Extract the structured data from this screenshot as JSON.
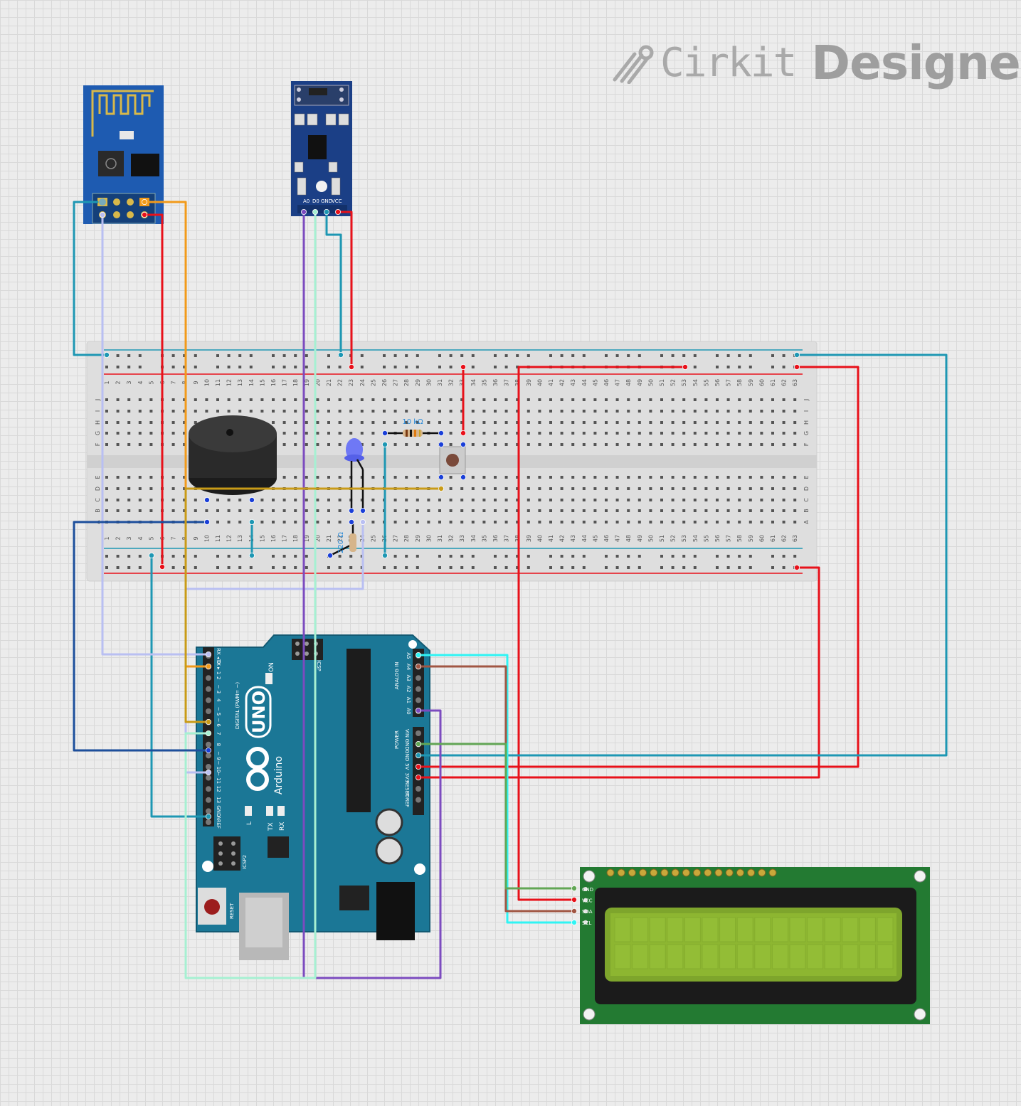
{
  "app": {
    "brand": "Cirkit",
    "product": "Designer"
  },
  "breadboard": {
    "columns": [
      "1",
      "2",
      "3",
      "4",
      "5",
      "6",
      "7",
      "8",
      "9",
      "10",
      "11",
      "12",
      "13",
      "14",
      "15",
      "16",
      "17",
      "18",
      "19",
      "20",
      "21",
      "22",
      "23",
      "24",
      "25",
      "26",
      "27",
      "28",
      "29",
      "30",
      "31",
      "32",
      "33",
      "34",
      "35",
      "36",
      "37",
      "38",
      "39",
      "40",
      "41",
      "42",
      "43",
      "44",
      "45",
      "46",
      "47",
      "48",
      "49",
      "50",
      "51",
      "52",
      "53",
      "54",
      "55",
      "56",
      "57",
      "58",
      "59",
      "60",
      "61",
      "62",
      "63"
    ],
    "rows_top": [
      "J",
      "I",
      "H",
      "G",
      "F"
    ],
    "rows_bottom": [
      "E",
      "D",
      "C",
      "B",
      "A"
    ]
  },
  "components": {
    "resistor_top_label": "10 kΩ",
    "resistor_bottom_label": "220 Ω",
    "sensor_pins": [
      "A0",
      "D0",
      "GND",
      "VCC"
    ],
    "arduino": {
      "board": "UNO",
      "maker": "Arduino",
      "on_label": "ON",
      "digital_label": "DIGITAL (PWM= ~)",
      "analog_label": "ANALOG IN",
      "power_label": "POWER",
      "icsp_label": "ICSP",
      "icsp2_label": "ICSP2",
      "reset_label": "RESET",
      "led_l": "L",
      "led_tx": "TX",
      "led_rx": "RX",
      "digital_pins": [
        "RX ◂ 0",
        "TX ▸ 1",
        "2",
        "~ 3",
        "4",
        "~ 5",
        "~ 6",
        "7",
        "8",
        "~ 9",
        "~ 10",
        "~ 11",
        "12",
        "13",
        "GND",
        "AREF"
      ],
      "analog_pins": [
        "A5",
        "A4",
        "A3",
        "A2",
        "A1",
        "A0"
      ],
      "power_pins": [
        "VIN",
        "GND",
        "GND",
        "5V",
        "3V3",
        "RESET",
        "IOREF"
      ]
    },
    "lcd_pins": [
      "GND",
      "VCC",
      "SDA",
      "SCL"
    ]
  },
  "colors": {
    "wire_red": "#e8111a",
    "wire_teal": "#1e97b3",
    "wire_orange": "#f29a1a",
    "wire_lavender": "#b9bff2",
    "wire_purple": "#7c4bbf",
    "wire_mint": "#a6f0d2",
    "wire_navy": "#1d4f9c",
    "wire_gold": "#c99b17",
    "wire_cyan": "#2ff4f4",
    "wire_brown": "#a15643",
    "wire_green": "#62a655",
    "arduino_blue": "#1b7796",
    "lcd_green": "#237a32",
    "lcd_screen": "#8db631"
  }
}
